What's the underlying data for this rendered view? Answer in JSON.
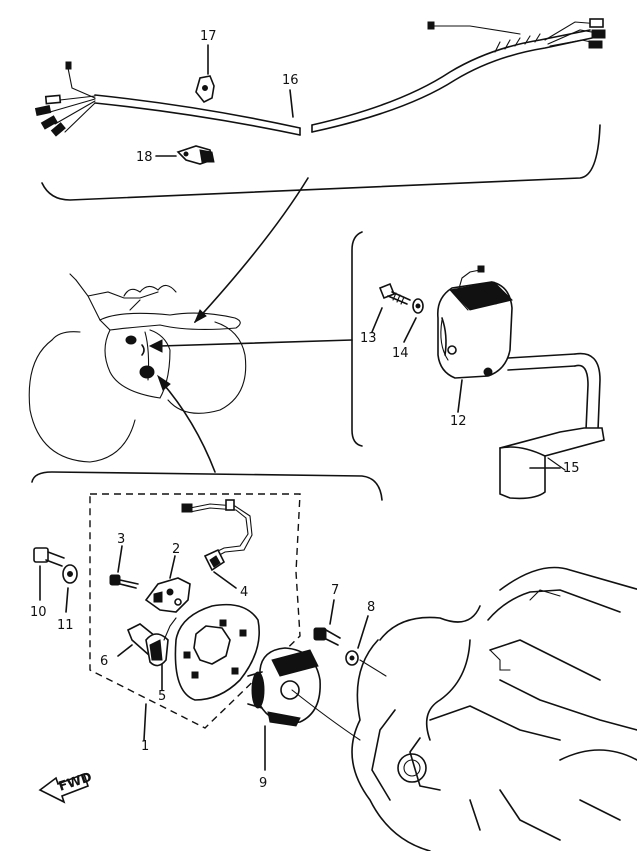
{
  "labels": {
    "p1": "1",
    "p2": "2",
    "p3": "3",
    "p4": "4",
    "p5": "5",
    "p6": "6",
    "p7": "7",
    "p8": "8",
    "p9": "9",
    "p10": "10",
    "p11": "11",
    "p12": "12",
    "p13": "13",
    "p14": "14",
    "p15": "15",
    "p16": "16",
    "p17": "17",
    "p18": "18"
  },
  "fwd_arrow": "FWD"
}
